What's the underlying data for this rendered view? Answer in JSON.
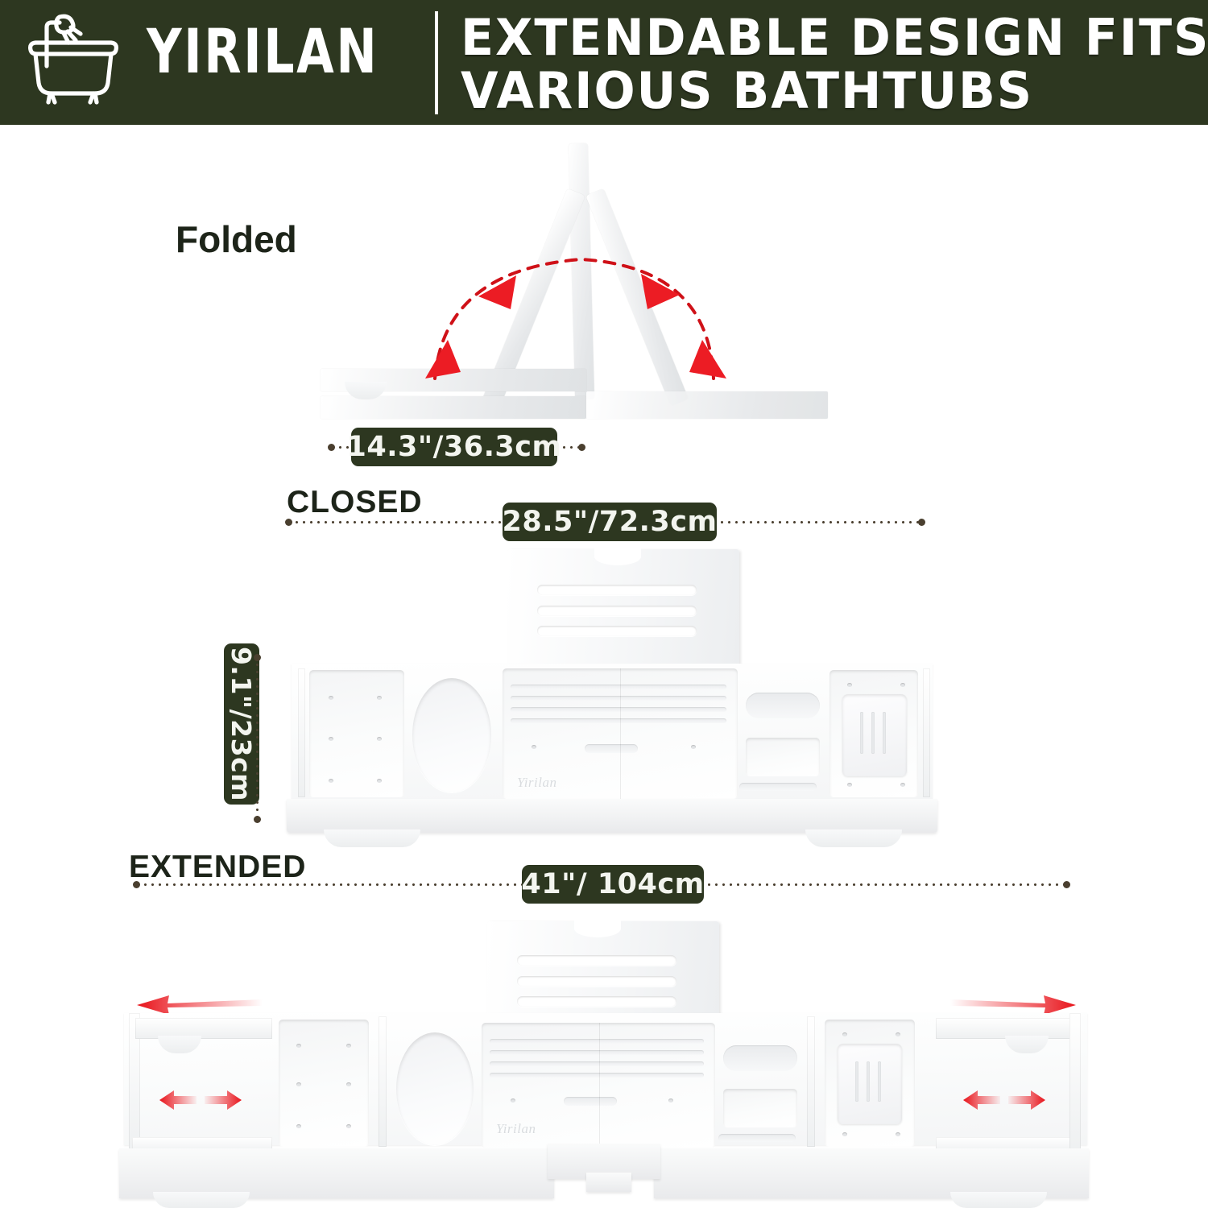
{
  "header": {
    "brand": "YIRILAN",
    "headline_line1": "EXTENDABLE DESIGN FITS",
    "headline_line2": "VARIOUS BATHTUBS",
    "icon": "bathtub-shower-icon",
    "bg_color": "#2d3720",
    "text_color": "#ffffff"
  },
  "sections": {
    "folded": {
      "label": "Folded",
      "dimension": "14.3\"/36.3cm",
      "arrow_color": "#e8131a"
    },
    "closed": {
      "label": "CLOSED",
      "width_dimension": "28.5\"/72.3cm",
      "depth_dimension": "9.1\"/23cm"
    },
    "extended": {
      "label": "EXTENDED",
      "width_dimension": "41\"/ 104cm",
      "arrow_color": "#e8131a"
    }
  },
  "product": {
    "wordmark": "Yirilan",
    "color": "#ffffff",
    "badge_color": "#2d3720",
    "accent_color": "#e8131a"
  }
}
